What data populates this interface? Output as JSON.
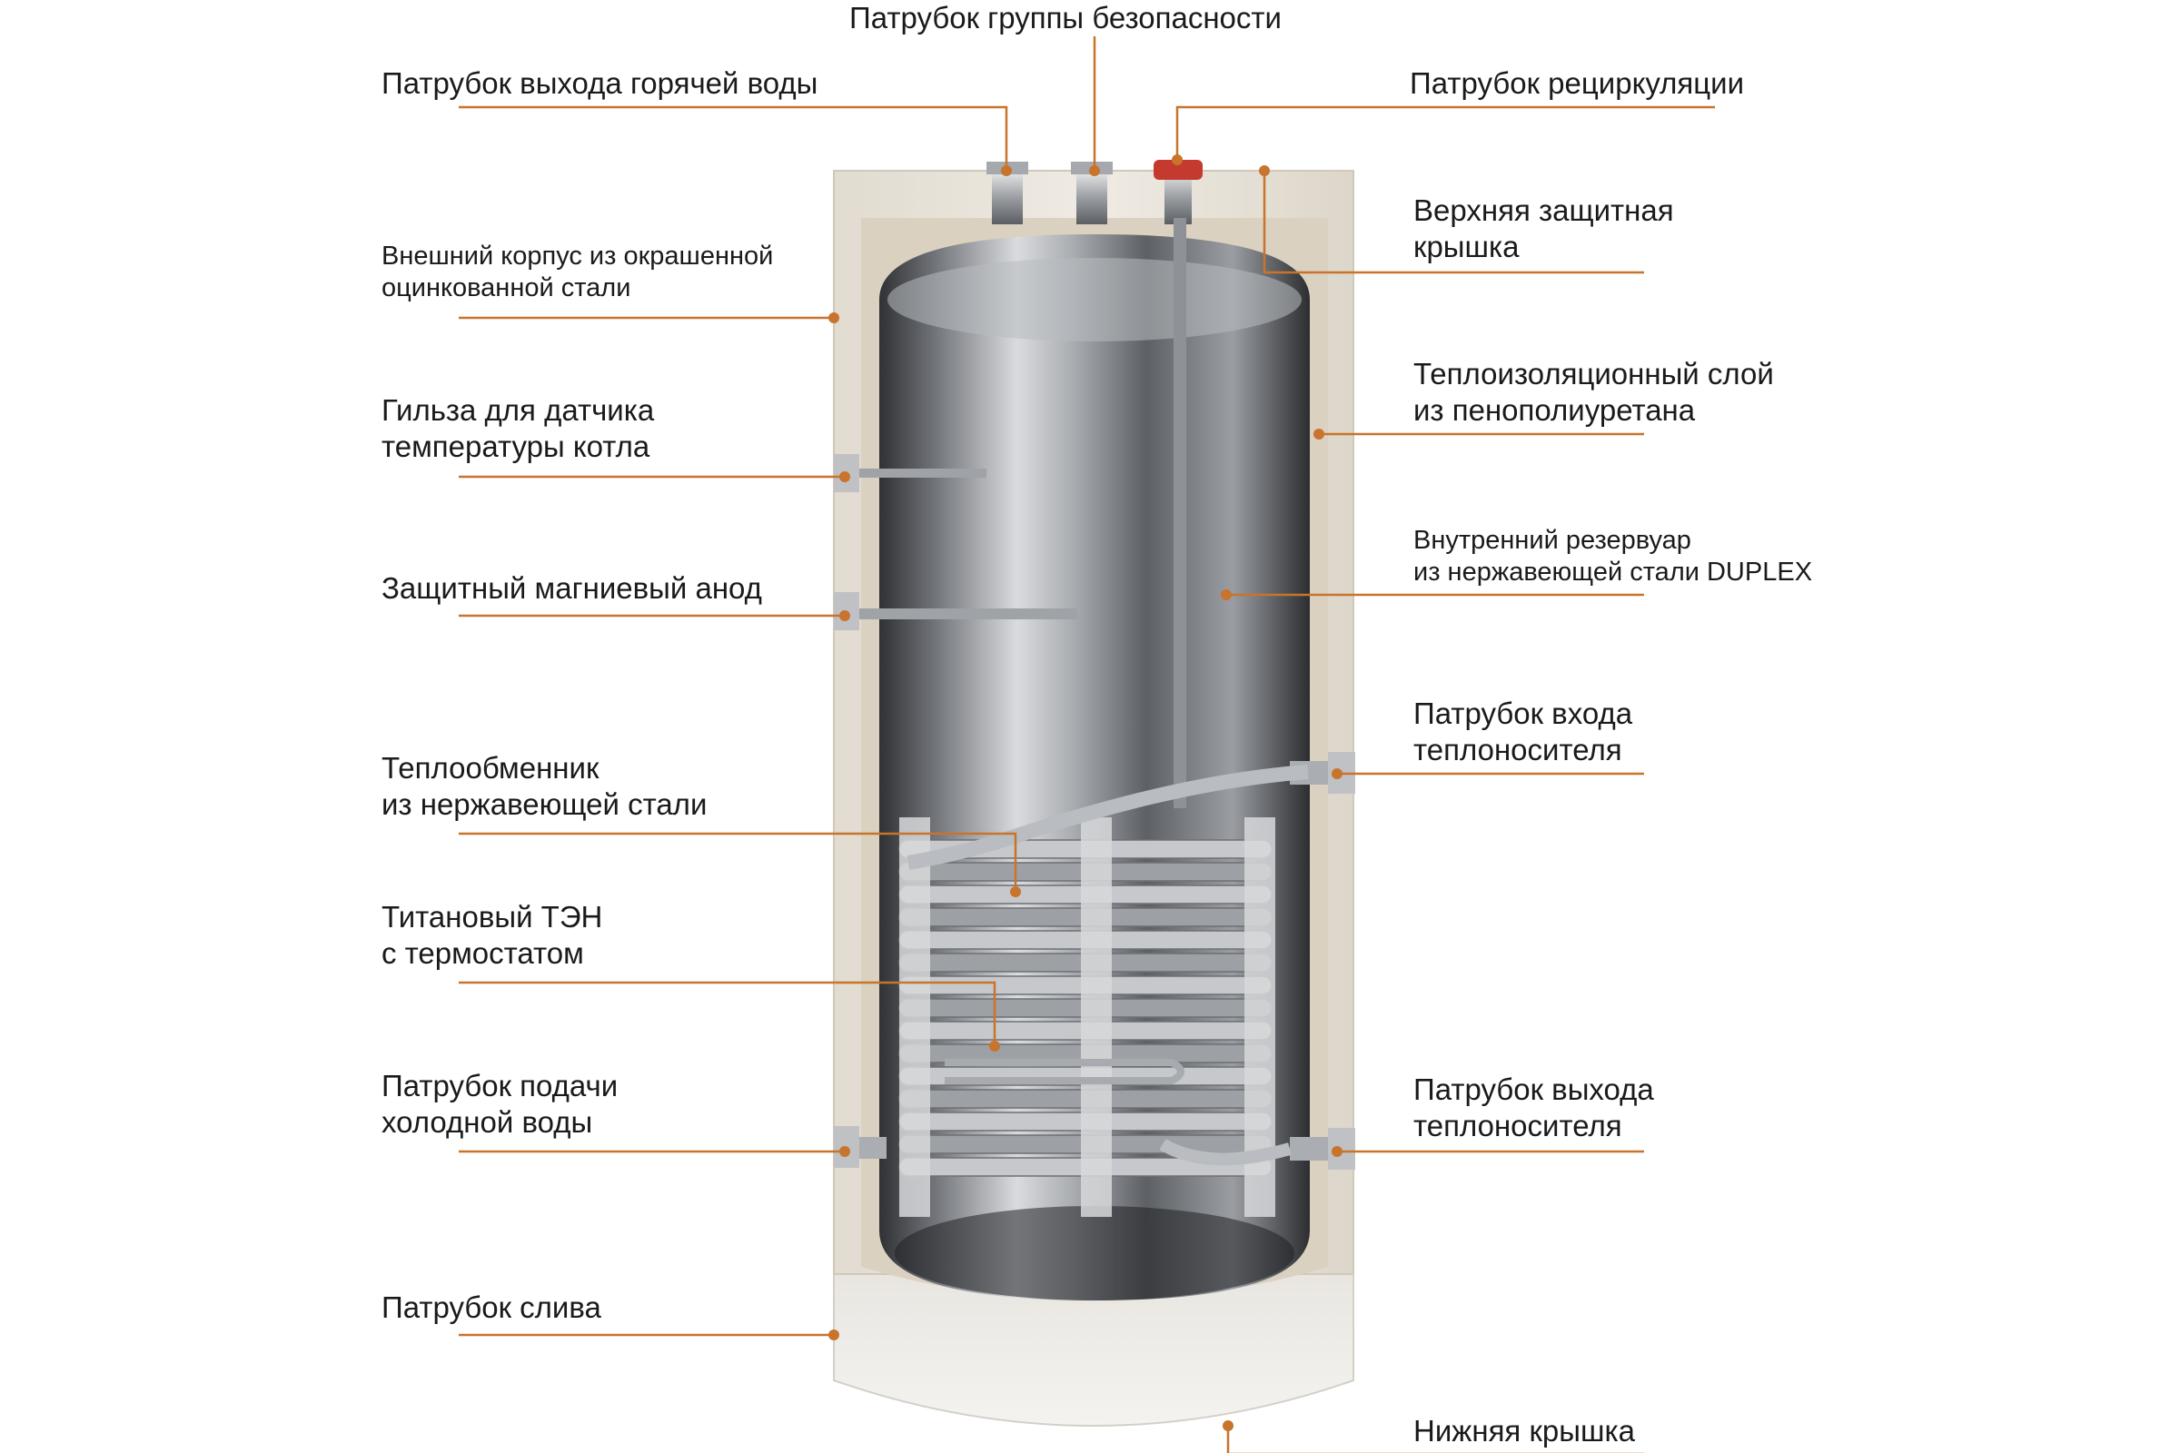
{
  "colors": {
    "leader": "#c8742c",
    "housing": "#ebe6dc",
    "insulation": "#dcd3c3",
    "tank_dark": "#3e4044",
    "tank_light": "#d2d4d7",
    "red_cap": "#c43a2f",
    "text": "#1a1a1a"
  },
  "labels": {
    "safety_group": "Патрубок группы безопасности",
    "hot_water_outlet": "Патрубок выхода горячей воды",
    "recirculation": "Патрубок рециркуляции",
    "outer_body": [
      "Внешний корпус из окрашенной",
      "оцинкованной стали"
    ],
    "top_cover": [
      "Верхняя защитная",
      "крышка"
    ],
    "insulation": [
      "Теплоизоляционный слой",
      "из пенополиуретана"
    ],
    "sensor_sleeve": [
      "Гильза для датчика",
      "температуры котла"
    ],
    "inner_tank": [
      "Внутренний резервуар",
      "из нержавеющей стали DUPLEX"
    ],
    "anode": "Защитный магниевый анод",
    "coolant_inlet": [
      "Патрубок входа",
      "теплоносителя"
    ],
    "heat_exchanger": [
      "Теплообменник",
      "из нержавеющей стали"
    ],
    "heater": [
      "Титановый ТЭН",
      "с термостатом"
    ],
    "cold_water_inlet": [
      "Патрубок подачи",
      "холодной воды"
    ],
    "coolant_outlet": [
      "Патрубок выхода",
      "теплоносителя"
    ],
    "drain": "Патрубок слива",
    "bottom_cover": "Нижняя крышка"
  }
}
